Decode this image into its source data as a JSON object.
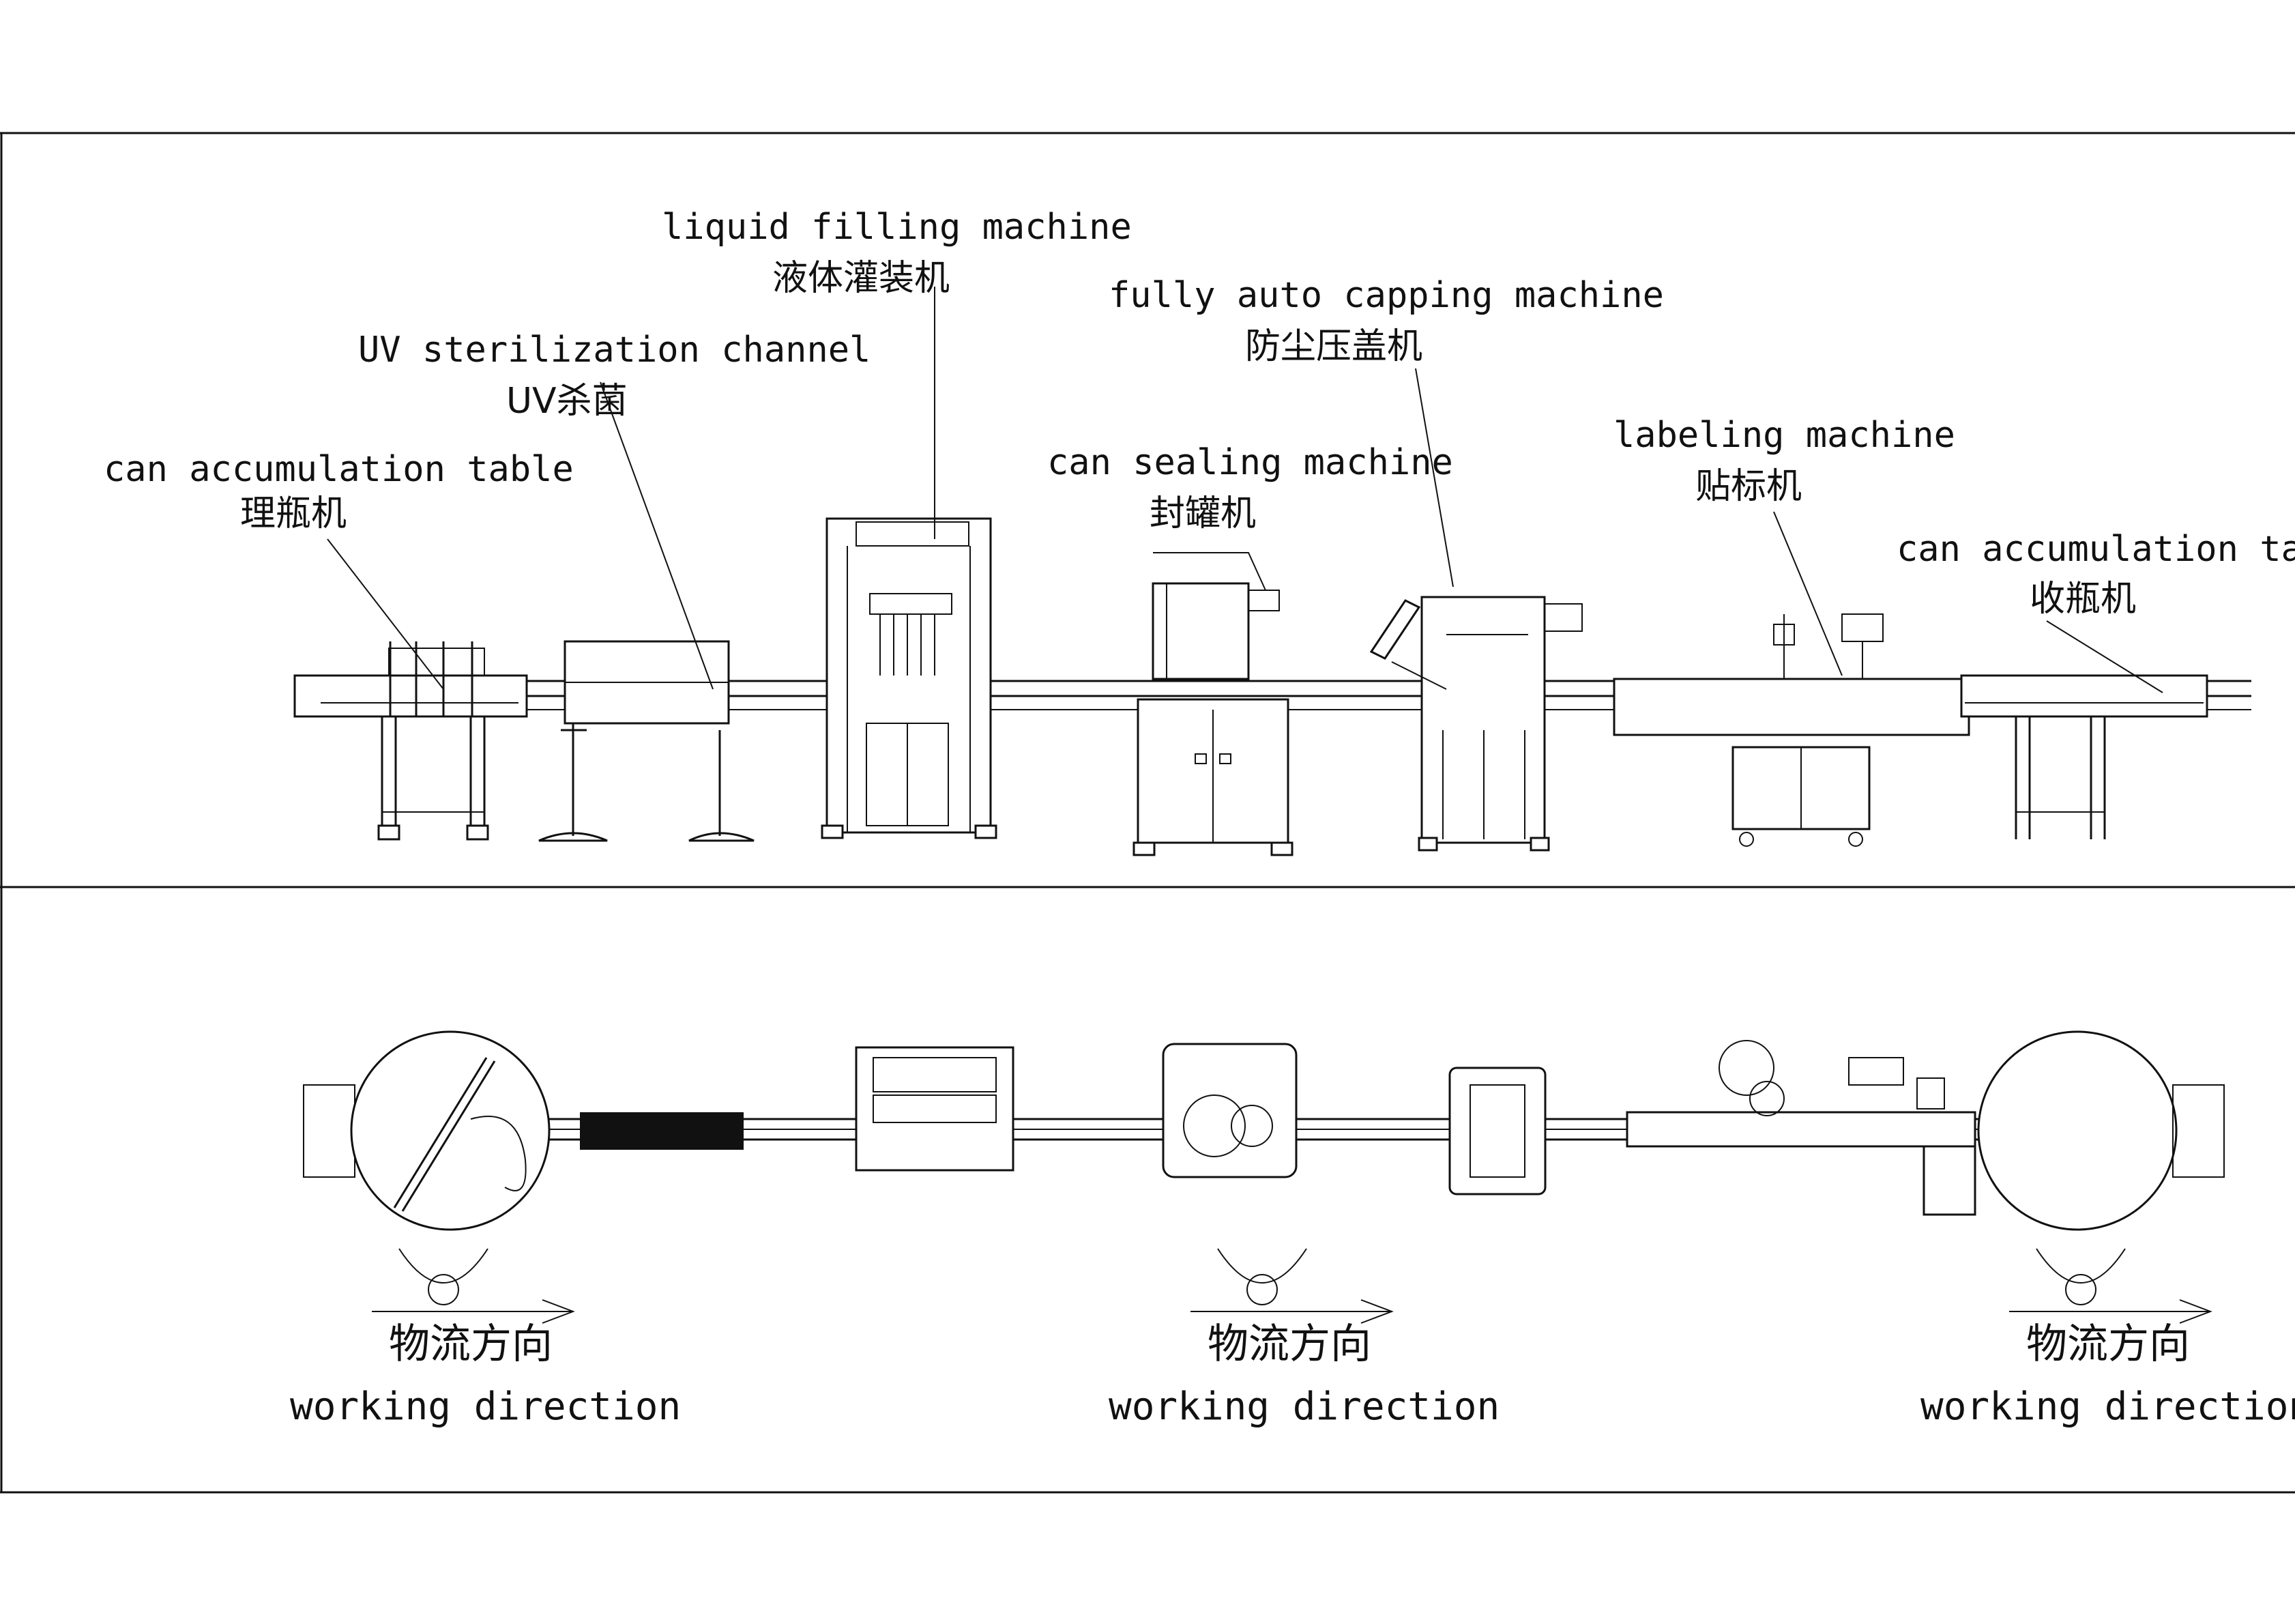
{
  "labels": {
    "can_accumulation_table_in": {
      "en": "can accumulation table",
      "cn": "理瓶机"
    },
    "uv_sterilization": {
      "en": "UV sterilization channel",
      "cn": "UV杀菌"
    },
    "liquid_filling": {
      "en": "liquid filling machine",
      "cn": "液体灌装机"
    },
    "can_sealing": {
      "en": "can sealing machine",
      "cn": "封罐机"
    },
    "capping": {
      "en": "fully auto capping machine",
      "cn": "防尘压盖机"
    },
    "labeling": {
      "en": "labeling machine",
      "cn": "贴标机"
    },
    "can_accumulation_table_out": {
      "en": "can accumulation table",
      "cn": "收瓶机"
    }
  },
  "directions": [
    {
      "cn": "物流方向",
      "en": "working direction"
    },
    {
      "cn": "物流方向",
      "en": "working direction"
    },
    {
      "cn": "物流方向",
      "en": "working direction"
    }
  ]
}
